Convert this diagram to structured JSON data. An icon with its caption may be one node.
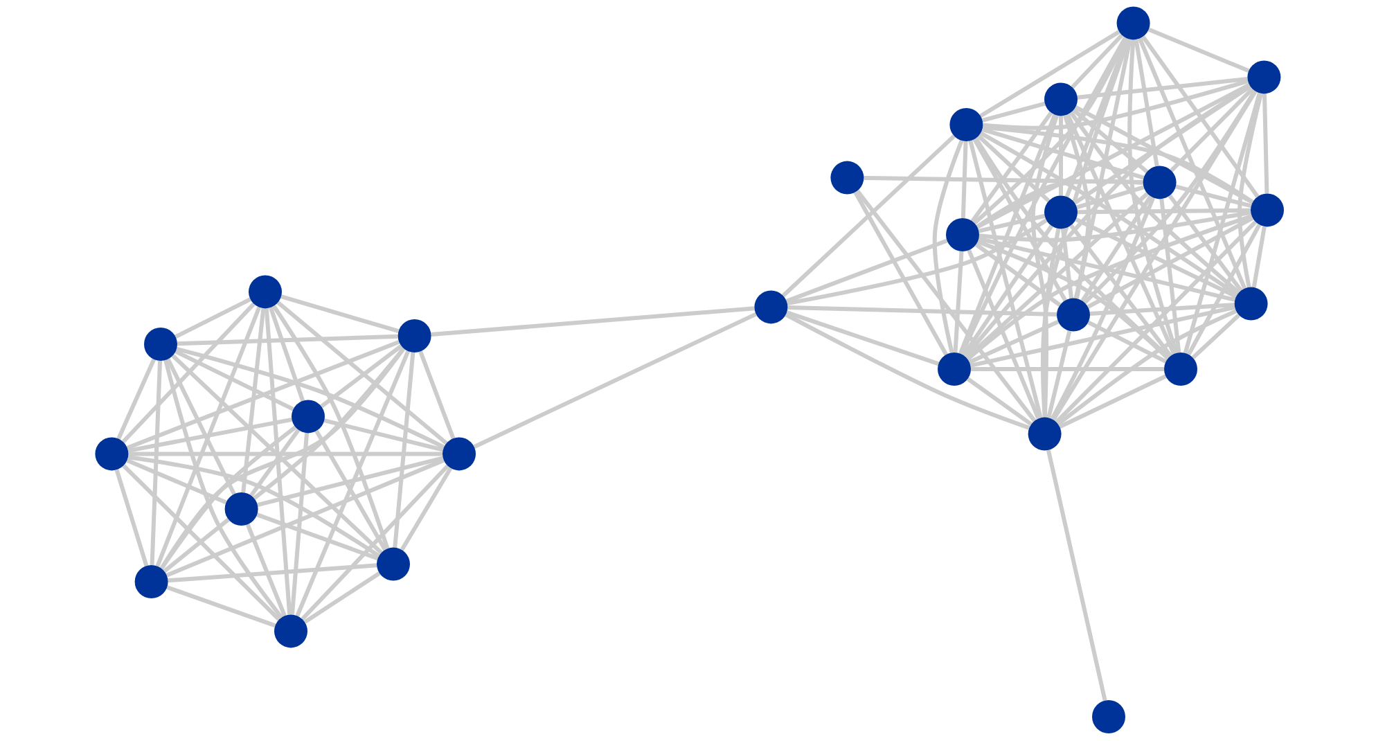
{
  "diagram": {
    "nodes": [
      {
        "text": [],
        "shape": "circle"
      },
      {
        "text": [],
        "shape": "circle"
      },
      {
        "text": [],
        "shape": "circle"
      },
      {
        "text": [],
        "shape": "circle"
      },
      {
        "text": [],
        "shape": "circle"
      },
      {
        "text": [],
        "shape": "circle"
      },
      {
        "text": [],
        "shape": "circle"
      },
      {
        "text": [],
        "shape": "circle"
      },
      {
        "text": [],
        "shape": "circle"
      },
      {
        "text": [],
        "shape": "circle"
      },
      {
        "text": [],
        "shape": "circle"
      },
      {
        "text": [],
        "shape": "circle"
      },
      {
        "text": [],
        "shape": "circle"
      },
      {
        "text": [],
        "shape": "circle"
      },
      {
        "text": [],
        "shape": "circle"
      },
      {
        "text": [],
        "shape": "circle"
      },
      {
        "text": [],
        "shape": "circle"
      },
      {
        "text": [],
        "shape": "circle"
      },
      {
        "text": [],
        "shape": "circle"
      },
      {
        "text": [],
        "shape": "circle"
      },
      {
        "text": [],
        "shape": "circle"
      },
      {
        "text": [],
        "shape": "circle"
      },
      {
        "text": [],
        "shape": "circle"
      },
      {
        "text": [],
        "shape": "circle"
      },
      {
        "text": [],
        "shape": "circle"
      },
      {
        "text": [],
        "shape": "circle"
      }
    ],
    "edges": [
      {
        "from": 0,
        "to": 1,
        "arrow": "none"
      },
      {
        "from": 0,
        "to": 2,
        "arrow": "none"
      },
      {
        "from": 0,
        "to": 3,
        "arrow": "none"
      },
      {
        "from": 0,
        "to": 4,
        "arrow": "none"
      },
      {
        "from": 0,
        "to": 5,
        "arrow": "none"
      },
      {
        "from": 0,
        "to": 6,
        "arrow": "none"
      },
      {
        "from": 0,
        "to": 7,
        "arrow": "none"
      },
      {
        "from": 0,
        "to": 8,
        "arrow": "none"
      },
      {
        "from": 0,
        "to": 9,
        "arrow": "none"
      },
      {
        "from": 1,
        "to": 2,
        "arrow": "none"
      },
      {
        "from": 1,
        "to": 3,
        "arrow": "none"
      },
      {
        "from": 1,
        "to": 4,
        "arrow": "none"
      },
      {
        "from": 1,
        "to": 5,
        "arrow": "none"
      },
      {
        "from": 1,
        "to": 6,
        "arrow": "none"
      },
      {
        "from": 1,
        "to": 7,
        "arrow": "none"
      },
      {
        "from": 1,
        "to": 8,
        "arrow": "none"
      },
      {
        "from": 1,
        "to": 9,
        "arrow": "none"
      },
      {
        "from": 2,
        "to": 3,
        "arrow": "none"
      },
      {
        "from": 2,
        "to": 4,
        "arrow": "none"
      },
      {
        "from": 2,
        "to": 5,
        "arrow": "none"
      },
      {
        "from": 2,
        "to": 6,
        "arrow": "none"
      },
      {
        "from": 2,
        "to": 7,
        "arrow": "none"
      },
      {
        "from": 2,
        "to": 8,
        "arrow": "none"
      },
      {
        "from": 2,
        "to": 9,
        "arrow": "none"
      },
      {
        "from": 3,
        "to": 4,
        "arrow": "none"
      },
      {
        "from": 3,
        "to": 5,
        "arrow": "none"
      },
      {
        "from": 3,
        "to": 6,
        "arrow": "none"
      },
      {
        "from": 3,
        "to": 7,
        "arrow": "none"
      },
      {
        "from": 3,
        "to": 8,
        "arrow": "none"
      },
      {
        "from": 3,
        "to": 9,
        "arrow": "none"
      },
      {
        "from": 4,
        "to": 5,
        "arrow": "none"
      },
      {
        "from": 4,
        "to": 6,
        "arrow": "none"
      },
      {
        "from": 4,
        "to": 7,
        "arrow": "none"
      },
      {
        "from": 4,
        "to": 8,
        "arrow": "none"
      },
      {
        "from": 4,
        "to": 9,
        "arrow": "none"
      },
      {
        "from": 5,
        "to": 6,
        "arrow": "none"
      },
      {
        "from": 5,
        "to": 7,
        "arrow": "none"
      },
      {
        "from": 5,
        "to": 8,
        "arrow": "none"
      },
      {
        "from": 5,
        "to": 9,
        "arrow": "none"
      },
      {
        "from": 6,
        "to": 7,
        "arrow": "none"
      },
      {
        "from": 6,
        "to": 8,
        "arrow": "none"
      },
      {
        "from": 6,
        "to": 9,
        "arrow": "none"
      },
      {
        "from": 7,
        "to": 8,
        "arrow": "none"
      },
      {
        "from": 7,
        "to": 9,
        "arrow": "none"
      },
      {
        "from": 8,
        "to": 9,
        "arrow": "none"
      },
      {
        "from": 10,
        "to": 8,
        "arrow": "none"
      },
      {
        "from": 10,
        "to": 9,
        "arrow": "none"
      },
      {
        "from": 10,
        "to": 12,
        "arrow": "none"
      },
      {
        "from": 10,
        "to": 13,
        "arrow": "none"
      },
      {
        "from": 10,
        "to": 14,
        "arrow": "none"
      },
      {
        "from": 10,
        "to": 15,
        "arrow": "none"
      },
      {
        "from": 10,
        "to": 17,
        "arrow": "none"
      },
      {
        "from": 10,
        "to": 18,
        "arrow": "none"
      },
      {
        "from": 11,
        "to": 12,
        "arrow": "none"
      },
      {
        "from": 11,
        "to": 15,
        "arrow": "none"
      },
      {
        "from": 11,
        "to": 21,
        "arrow": "none"
      },
      {
        "from": 12,
        "to": 13,
        "arrow": "none"
      },
      {
        "from": 12,
        "to": 14,
        "arrow": "none"
      },
      {
        "from": 12,
        "to": 15,
        "arrow": "none"
      },
      {
        "from": 12,
        "to": 16,
        "arrow": "none"
      },
      {
        "from": 12,
        "to": 17,
        "arrow": "none"
      },
      {
        "from": 12,
        "to": 18,
        "arrow": "none"
      },
      {
        "from": 12,
        "to": 20,
        "arrow": "none"
      },
      {
        "from": 12,
        "to": 21,
        "arrow": "none"
      },
      {
        "from": 12,
        "to": 22,
        "arrow": "none"
      },
      {
        "from": 12,
        "to": 23,
        "arrow": "none"
      },
      {
        "from": 12,
        "to": 24,
        "arrow": "none"
      },
      {
        "from": 12,
        "to": 25,
        "arrow": "none"
      },
      {
        "from": 13,
        "to": 14,
        "arrow": "none"
      },
      {
        "from": 13,
        "to": 15,
        "arrow": "none"
      },
      {
        "from": 13,
        "to": 16,
        "arrow": "none"
      },
      {
        "from": 13,
        "to": 17,
        "arrow": "none"
      },
      {
        "from": 13,
        "to": 18,
        "arrow": "none"
      },
      {
        "from": 13,
        "to": 20,
        "arrow": "none"
      },
      {
        "from": 13,
        "to": 21,
        "arrow": "none"
      },
      {
        "from": 13,
        "to": 22,
        "arrow": "none"
      },
      {
        "from": 13,
        "to": 23,
        "arrow": "none"
      },
      {
        "from": 13,
        "to": 24,
        "arrow": "none"
      },
      {
        "from": 13,
        "to": 25,
        "arrow": "none"
      },
      {
        "from": 14,
        "to": 15,
        "arrow": "none"
      },
      {
        "from": 14,
        "to": 16,
        "arrow": "none"
      },
      {
        "from": 14,
        "to": 17,
        "arrow": "none"
      },
      {
        "from": 14,
        "to": 18,
        "arrow": "none"
      },
      {
        "from": 14,
        "to": 20,
        "arrow": "none"
      },
      {
        "from": 14,
        "to": 21,
        "arrow": "none"
      },
      {
        "from": 14,
        "to": 22,
        "arrow": "none"
      },
      {
        "from": 14,
        "to": 23,
        "arrow": "none"
      },
      {
        "from": 14,
        "to": 24,
        "arrow": "none"
      },
      {
        "from": 14,
        "to": 25,
        "arrow": "none"
      },
      {
        "from": 15,
        "to": 16,
        "arrow": "none"
      },
      {
        "from": 15,
        "to": 17,
        "arrow": "none"
      },
      {
        "from": 15,
        "to": 18,
        "arrow": "none"
      },
      {
        "from": 15,
        "to": 19,
        "arrow": "none"
      },
      {
        "from": 15,
        "to": 20,
        "arrow": "none"
      },
      {
        "from": 15,
        "to": 21,
        "arrow": "none"
      },
      {
        "from": 15,
        "to": 22,
        "arrow": "none"
      },
      {
        "from": 15,
        "to": 23,
        "arrow": "none"
      },
      {
        "from": 15,
        "to": 24,
        "arrow": "none"
      },
      {
        "from": 15,
        "to": 25,
        "arrow": "none"
      },
      {
        "from": 16,
        "to": 17,
        "arrow": "none"
      },
      {
        "from": 16,
        "to": 18,
        "arrow": "none"
      },
      {
        "from": 16,
        "to": 20,
        "arrow": "none"
      },
      {
        "from": 16,
        "to": 21,
        "arrow": "none"
      },
      {
        "from": 16,
        "to": 22,
        "arrow": "none"
      },
      {
        "from": 16,
        "to": 23,
        "arrow": "none"
      },
      {
        "from": 16,
        "to": 24,
        "arrow": "none"
      },
      {
        "from": 16,
        "to": 25,
        "arrow": "none"
      },
      {
        "from": 17,
        "to": 18,
        "arrow": "none"
      },
      {
        "from": 17,
        "to": 20,
        "arrow": "none"
      },
      {
        "from": 17,
        "to": 21,
        "arrow": "none"
      },
      {
        "from": 17,
        "to": 22,
        "arrow": "none"
      },
      {
        "from": 17,
        "to": 23,
        "arrow": "none"
      },
      {
        "from": 17,
        "to": 24,
        "arrow": "none"
      },
      {
        "from": 17,
        "to": 25,
        "arrow": "none"
      },
      {
        "from": 18,
        "to": 20,
        "arrow": "none"
      },
      {
        "from": 18,
        "to": 21,
        "arrow": "none"
      },
      {
        "from": 18,
        "to": 22,
        "arrow": "none"
      },
      {
        "from": 18,
        "to": 23,
        "arrow": "none"
      },
      {
        "from": 18,
        "to": 24,
        "arrow": "none"
      },
      {
        "from": 18,
        "to": 25,
        "arrow": "none"
      },
      {
        "from": 20,
        "to": 21,
        "arrow": "none"
      },
      {
        "from": 20,
        "to": 22,
        "arrow": "none"
      },
      {
        "from": 20,
        "to": 23,
        "arrow": "none"
      },
      {
        "from": 20,
        "to": 24,
        "arrow": "none"
      },
      {
        "from": 20,
        "to": 25,
        "arrow": "none"
      },
      {
        "from": 21,
        "to": 22,
        "arrow": "none"
      },
      {
        "from": 21,
        "to": 23,
        "arrow": "none"
      },
      {
        "from": 21,
        "to": 24,
        "arrow": "none"
      },
      {
        "from": 21,
        "to": 25,
        "arrow": "none"
      },
      {
        "from": 22,
        "to": 23,
        "arrow": "none"
      },
      {
        "from": 22,
        "to": 24,
        "arrow": "none"
      },
      {
        "from": 22,
        "to": 25,
        "arrow": "none"
      },
      {
        "from": 23,
        "to": 24,
        "arrow": "none"
      },
      {
        "from": 23,
        "to": 25,
        "arrow": "none"
      },
      {
        "from": 24,
        "to": 25,
        "arrow": "none"
      }
    ]
  }
}
